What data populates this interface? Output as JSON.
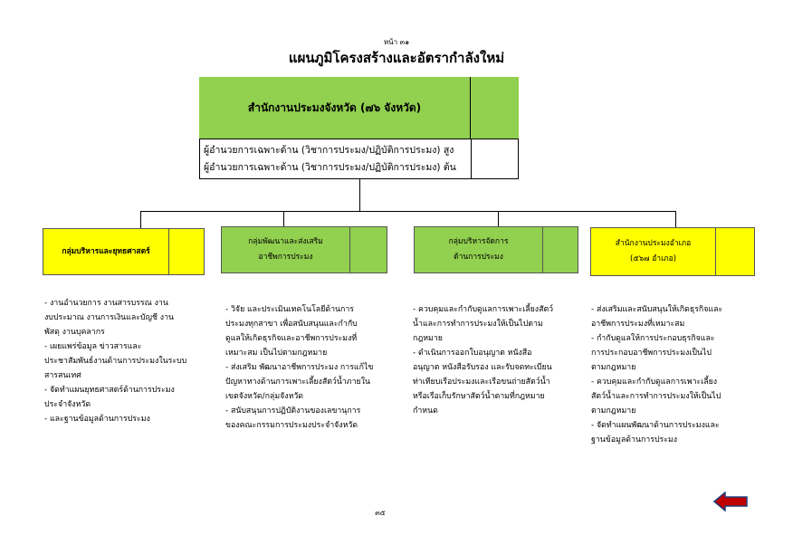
{
  "header": {
    "page_label": "หน้า ๓๑",
    "title": "แผนภูมิโครงสร้างและอัตรากำลังใหม่"
  },
  "top_unit": {
    "name": "สำนักงานประมงจังหวัด (๗๖ จังหวัด)",
    "positions": [
      "ผู้อำนวยการเฉพาะด้าน (วิชาการประมง/ปฏิบัติการประมง) สูง",
      "ผู้อำนวยการเฉพาะด้าน (วิชาการประมง/ปฏิบัติการประมง) ต้น"
    ]
  },
  "units": [
    {
      "lines": [
        "กลุ่มบริหารและยุทธศาสตร์"
      ],
      "color": "#ffff00",
      "duties": [
        "- งานอำนวยการ งานสารบรรณ งาน",
        "งบประมาณ งานการเงินและบัญชี งาน",
        "พัสดุ งานบุคลากร",
        "- เผยแพร่ข้อมูล ข่าวสารและ",
        "ประชาสัมพันธ์งานด้านการประมงในระบบ",
        "สารสนเทศ",
        "- จัดทำแผนยุทธศาสตร์ด้านการประมง",
        "ประจำจังหวัด",
        "- และฐานข้อมูลด้านการประมง"
      ]
    },
    {
      "lines": [
        "กลุ่มพัฒนาและส่งเสริม",
        "อาชีพการประมง"
      ],
      "color": "#92d050",
      "duties": [
        "- วิจัย และประเมินเทคโนโลยีด้านการ",
        "ประมงทุกสาขา เพื่อสนับสนุนและกำกับ",
        "ดูแลให้เกิดธุรกิจและอาชีพการประมงที่",
        "เหมาะสม เป็นไปตามกฎหมาย",
        "- ส่งเสริม พัฒนาอาชีพการประมง การแก้ไข",
        "ปัญหาทางด้านการเพาะเลี้ยงสัตว์น้ำภายใน",
        "เขตจังหวัด/กลุ่มจังหวัด",
        "- สนับสนุนการปฏิบัติงานของเลขานุการ",
        "ของคณะกรรมการประมงประจำจังหวัด"
      ]
    },
    {
      "lines": [
        "กลุ่มบริหารจัดการ",
        "ด้านการประมง"
      ],
      "color": "#92d050",
      "duties": [
        "- ควบคุมและกำกับดูแลการเพาะเลี้ยงสัตว์",
        "น้ำและการทำการประมงให้เป็นไปตาม",
        "กฎหมาย",
        "- ดำเนินการออกใบอนุญาต หนังสือ",
        "อนุญาต หนังสือรับรอง และรับจดทะเบียน",
        "ท่าเทียบเรือประมงและเรือขนถ่ายสัตว์น้ำ",
        "หรือเรือเก็บรักษาสัตว์น้ำตามที่กฎหมาย",
        "กำหนด"
      ]
    },
    {
      "lines": [
        "สำนักงานประมงอำเภอ",
        "(๕๖๗ อำเภอ)"
      ],
      "color": "#ffff00",
      "duties": [
        "- ส่งเสริมและสนับสนุนให้เกิดธุรกิจและ",
        "อาชีพการประมงที่เหมาะสม",
        "- กำกับดูแลให้การประกอบธุรกิจและ",
        "การประกอบอาชีพการประมงเป็นไป",
        "ตามกฎหมาย",
        "- ควบคุมและกำกับดูแลการเพาะเลี้ยง",
        "สัตว์น้ำและการทำการประมงให้เป็นไป",
        "ตามกฎหมาย",
        "- จัดทำแผนพัฒนาด้านการประมงและ",
        "ฐานข้อมูลด้านการประมง"
      ]
    }
  ],
  "footer": {
    "page_number": "๓๕",
    "back_icon": "left-arrow-icon",
    "arrow_color": "#c00000"
  }
}
